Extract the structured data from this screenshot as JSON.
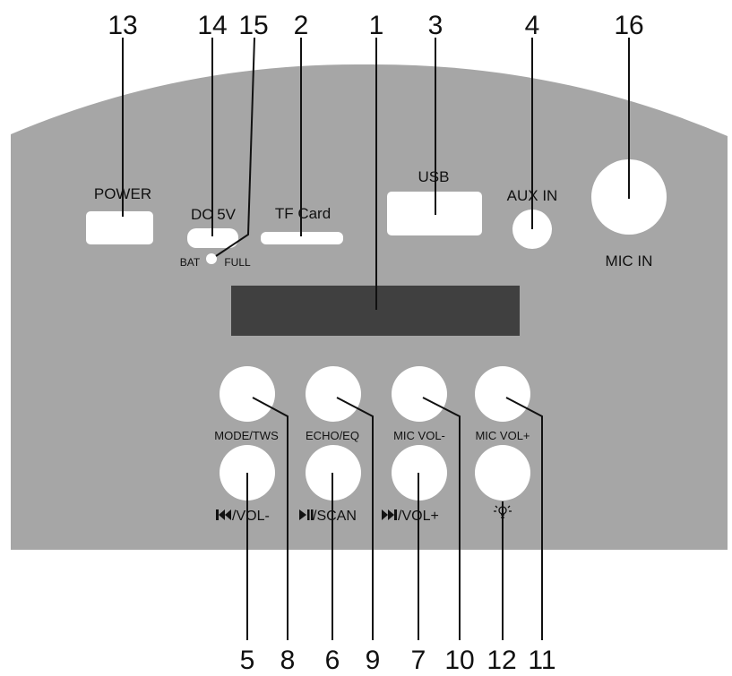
{
  "callouts": {
    "n1": "1",
    "n2": "2",
    "n3": "3",
    "n4": "4",
    "n5": "5",
    "n6": "6",
    "n7": "7",
    "n8": "8",
    "n9": "9",
    "n10": "10",
    "n11": "11",
    "n12": "12",
    "n13": "13",
    "n14": "14",
    "n15": "15",
    "n16": "16"
  },
  "panel": {
    "power": "POWER",
    "dc5v": "DC 5V",
    "bat": "BAT",
    "full": "FULL",
    "tf_card": "TF Card",
    "usb": "USB",
    "aux_in": "AUX IN",
    "mic_in": "MIC IN"
  },
  "buttons": {
    "mode_tws": "MODE/TWS",
    "echo_eq": "ECHO/EQ",
    "mic_vol_minus": "MIC VOL-",
    "mic_vol_plus": "MIC VOL+",
    "prev_vol_minus": "/VOL-",
    "play_scan": "/SCAN",
    "next_vol_plus": "/VOL+"
  },
  "icons": {
    "prev": "previous-track-icon",
    "play_pause": "play-pause-icon",
    "next": "next-track-icon",
    "light": "light-bulb-icon"
  },
  "colors": {
    "panel": "#a6a6a6",
    "display": "#404040",
    "button": "#ffffff",
    "ink": "#111111"
  }
}
